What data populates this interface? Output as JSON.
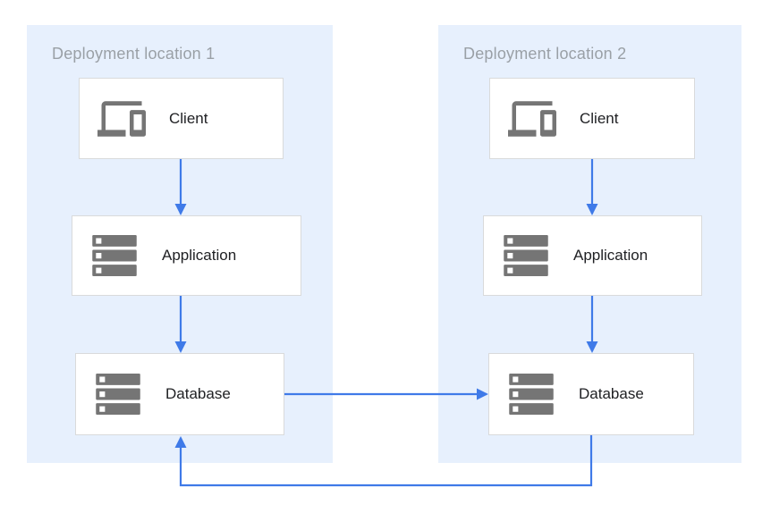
{
  "colors": {
    "accent": "#3F7AE8",
    "panel_bg": "#E7F0FD",
    "node_border": "#D9DADB",
    "icon_gray": "#757575",
    "title_gray": "#9AA0A6"
  },
  "panels": [
    {
      "title": "Deployment location 1",
      "nodes": [
        {
          "label": "Client",
          "icon": "devices-icon"
        },
        {
          "label": "Application",
          "icon": "server-stack-icon"
        },
        {
          "label": "Database",
          "icon": "server-stack-icon"
        }
      ]
    },
    {
      "title": "Deployment location 2",
      "nodes": [
        {
          "label": "Client",
          "icon": "devices-icon"
        },
        {
          "label": "Application",
          "icon": "server-stack-icon"
        },
        {
          "label": "Database",
          "icon": "server-stack-icon"
        }
      ]
    }
  ],
  "connections": [
    {
      "from": "Client (location 1)",
      "to": "Application (location 1)",
      "style": "arrow-down"
    },
    {
      "from": "Application (location 1)",
      "to": "Database (location 1)",
      "style": "arrow-down"
    },
    {
      "from": "Client (location 2)",
      "to": "Application (location 2)",
      "style": "arrow-down"
    },
    {
      "from": "Application (location 2)",
      "to": "Database (location 2)",
      "style": "arrow-down"
    },
    {
      "from": "Database (location 1)",
      "to": "Database (location 2)",
      "style": "arrow-right"
    },
    {
      "from": "Database (location 2)",
      "to": "Database (location 1)",
      "style": "arrow-loop-bottom"
    }
  ]
}
